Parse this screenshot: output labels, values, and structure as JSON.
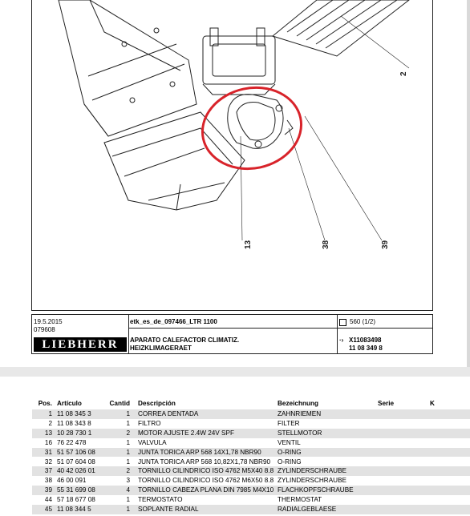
{
  "drawing": {
    "callouts": [
      "2",
      "13",
      "38",
      "39"
    ],
    "highlight_color": "#d8232a"
  },
  "title_block": {
    "date": "19.5.2015",
    "doc_code": "079608",
    "file_name": "etk_es_de_097466_LTR 1100",
    "page_info": "560 (1/2)",
    "title_es": "APARATO CALEFACTOR CLIMATIZ.",
    "title_de": "HEIZKLIMAGERAET",
    "ref_number": "X11083498",
    "part_number": "11 08 349 8",
    "brand": "LIEBHERR"
  },
  "parts_table": {
    "headers": {
      "pos": "Pos.",
      "articulo": "Artículo",
      "cantid": "Cantid",
      "descripcion": "Descripción",
      "bezeichnung": "Bezeichnung",
      "serie": "Serie",
      "k": "K"
    },
    "rows": [
      {
        "pos": "1",
        "articulo": "11 08 345 3",
        "cantid": "1",
        "descripcion": "CORREA DENTADA",
        "bezeichnung": "ZAHNRIEMEN"
      },
      {
        "pos": "2",
        "articulo": "11 08 343 8",
        "cantid": "1",
        "descripcion": "FILTRO",
        "bezeichnung": "FILTER"
      },
      {
        "pos": "13",
        "articulo": "10 28 730 1",
        "cantid": "2",
        "descripcion": "MOTOR AJUSTE 2.4W 24V SPF",
        "bezeichnung": "STELLMOTOR"
      },
      {
        "pos": "16",
        "articulo": "76 22 478",
        "cantid": "1",
        "descripcion": "VALVULA",
        "bezeichnung": "VENTIL"
      },
      {
        "pos": "31",
        "articulo": "51 57 106 08",
        "cantid": "1",
        "descripcion": "JUNTA TORICA ARP 568 14X1,78 NBR90",
        "bezeichnung": "O-RING"
      },
      {
        "pos": "32",
        "articulo": "51 07 604 08",
        "cantid": "1",
        "descripcion": "JUNTA TORICA ARP 568 10,82X1,78 NBR90",
        "bezeichnung": "O-RING"
      },
      {
        "pos": "37",
        "articulo": "40 42 026 01",
        "cantid": "2",
        "descripcion": "TORNILLO CILINDRICO ISO 4762 M5X40 8.8",
        "bezeichnung": "ZYLINDERSCHRAUBE"
      },
      {
        "pos": "38",
        "articulo": "46 00 091",
        "cantid": "3",
        "descripcion": "TORNILLO CILINDRICO ISO 4762 M6X50 8.8",
        "bezeichnung": "ZYLINDERSCHRAUBE"
      },
      {
        "pos": "39",
        "articulo": "55 31 699 08",
        "cantid": "4",
        "descripcion": "TORNILLO CABEZA PLANA DIN 7985 M4X10",
        "bezeichnung": "FLACHKOPFSCHRAUBE"
      },
      {
        "pos": "44",
        "articulo": "57 18 677 08",
        "cantid": "1",
        "descripcion": "TERMOSTATO",
        "bezeichnung": "THERMOSTAT"
      },
      {
        "pos": "45",
        "articulo": "11 08 344 5",
        "cantid": "1",
        "descripcion": "SOPLANTE RADIAL",
        "bezeichnung": "RADIALGEBLAESE"
      }
    ]
  }
}
